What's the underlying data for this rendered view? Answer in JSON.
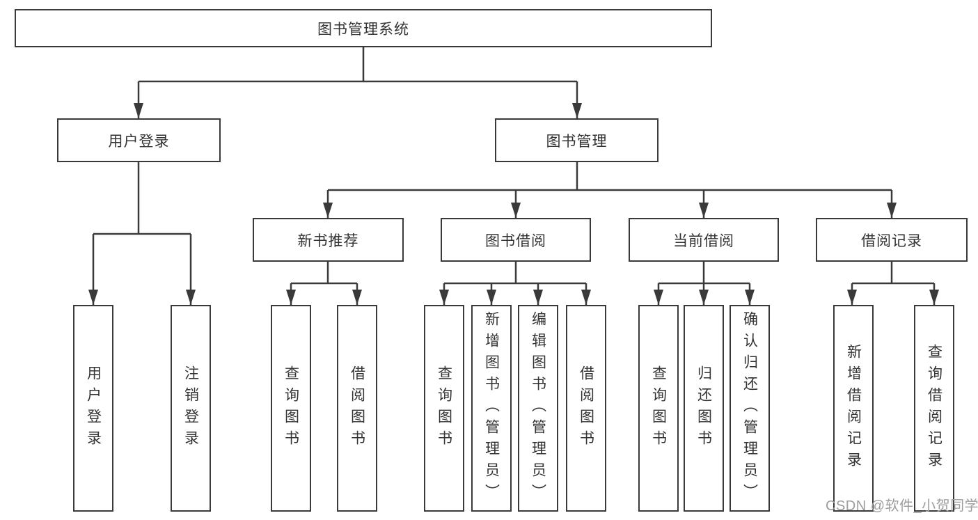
{
  "colors": {
    "line": "#3a3a3a",
    "box_border": "#3a3a3a",
    "text": "#333333",
    "background": "#ffffff",
    "watermark_gray": "#9d9d9d"
  },
  "nodes": {
    "root": "图书管理系统",
    "level2": [
      "用户登录",
      "图书管理"
    ],
    "level3": [
      "新书推荐",
      "图书借阅",
      "当前借阅",
      "借阅记录"
    ],
    "user_login_children": [
      "用户登录",
      "注销登录"
    ],
    "new_book_children": [
      "查询图书",
      "借阅图书"
    ],
    "book_borrow_children": [
      "查询图书",
      "新增图书（管理员）",
      "编辑图书（管理员）",
      "借阅图书"
    ],
    "current_borrow_children": [
      "查询图书",
      "归还图书",
      "确认归还（管理员）"
    ],
    "borrow_record_children": [
      "新增借阅记录",
      "查询借阅记录"
    ]
  },
  "watermark": {
    "text": "CSDN @软件_小贺同学"
  }
}
